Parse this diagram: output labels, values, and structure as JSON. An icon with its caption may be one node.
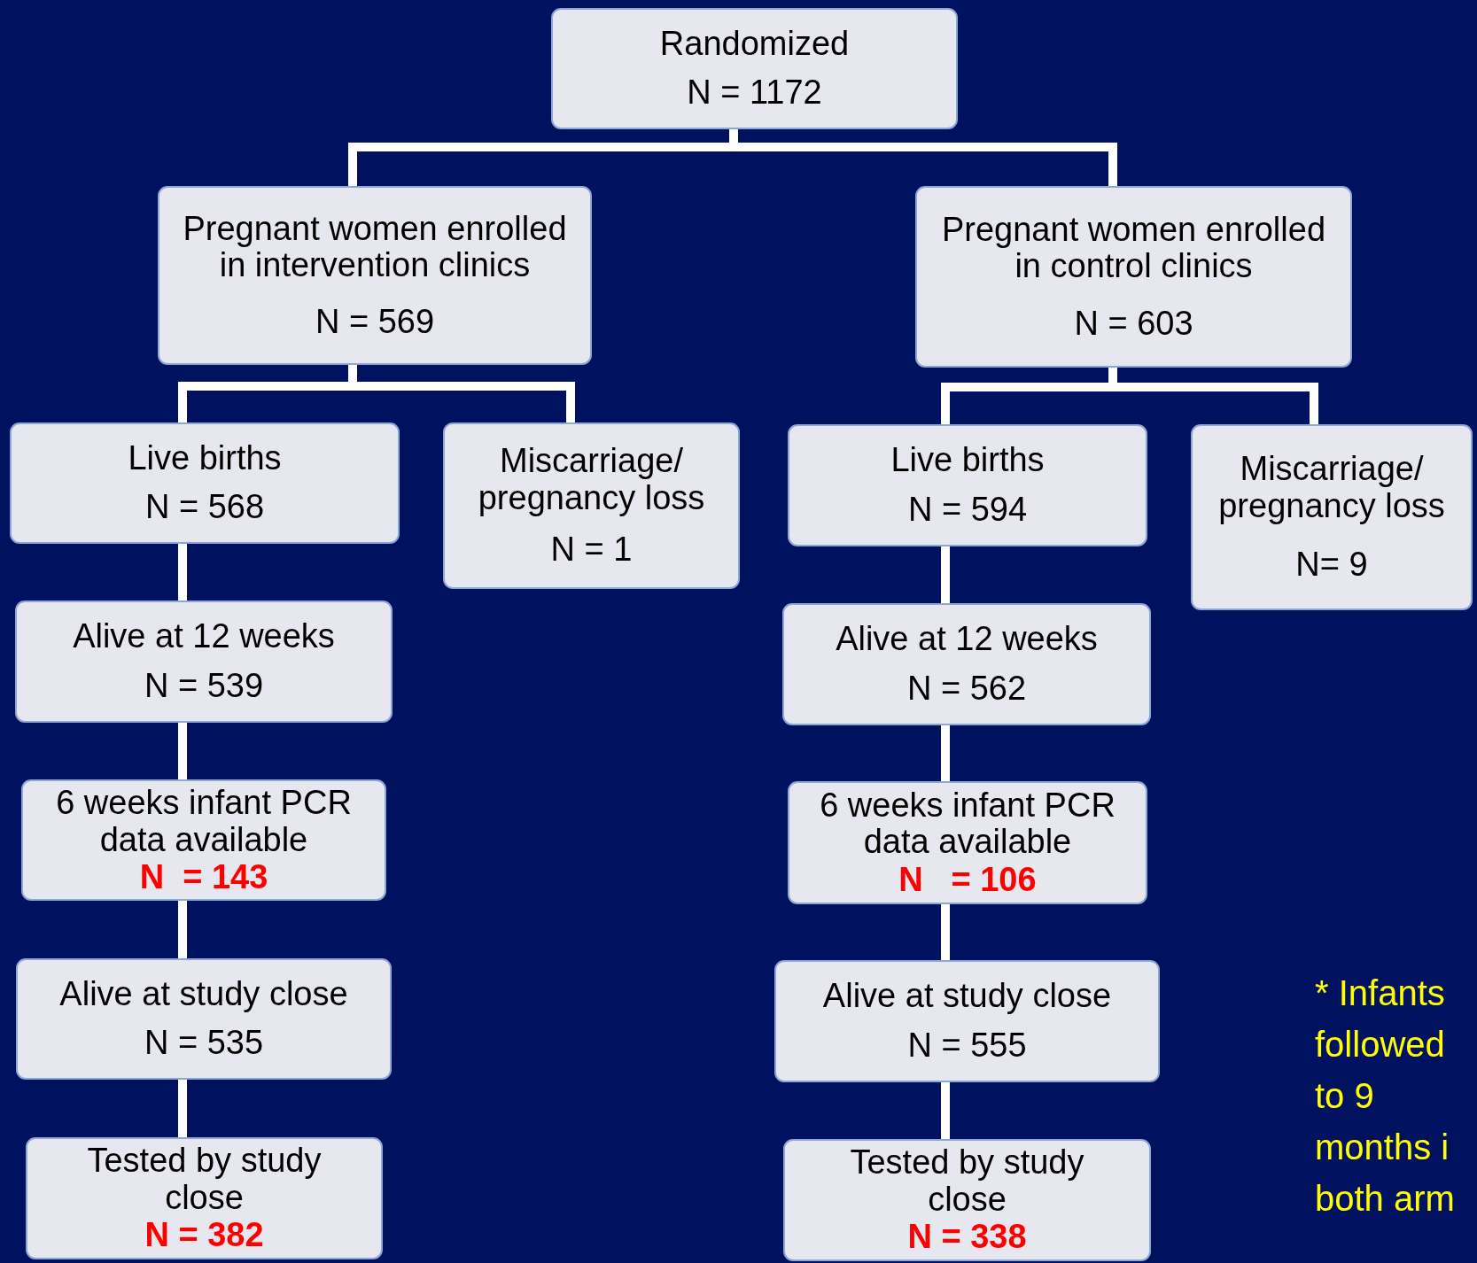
{
  "diagram": {
    "nodes": [
      {
        "text": [
          "Randomized",
          "N = 1172"
        ]
      },
      {
        "text": [
          "Pregnant women enrolled in intervention clinics",
          "N = 569"
        ]
      },
      {
        "text": [
          "Pregnant women enrolled in control clinics",
          "N = 603"
        ]
      },
      {
        "text": [
          "Live births",
          "N = 568"
        ]
      },
      {
        "text": [
          "Miscarriage/ pregnancy loss",
          "N = 1"
        ]
      },
      {
        "text": [
          "Live births",
          "N = 594"
        ]
      },
      {
        "text": [
          "Miscarriage/ pregnancy loss",
          "N= 9"
        ]
      },
      {
        "text": [
          "Alive at 12 weeks",
          "N = 539"
        ]
      },
      {
        "text": [
          "Alive at 12 weeks",
          "N = 562"
        ]
      },
      {
        "text": [
          "6 weeks infant PCR data available",
          "**N  = 143**"
        ]
      },
      {
        "text": [
          "6 weeks infant PCR data available",
          "**N   = 106**"
        ]
      },
      {
        "text": [
          "Alive at study close",
          "N = 535"
        ]
      },
      {
        "text": [
          "Alive at study close",
          "N = 555"
        ]
      },
      {
        "text": [
          "Tested by study close",
          "**N = 382**"
        ]
      },
      {
        "text": [
          "Tested by study close",
          "**N = 338**"
        ]
      }
    ],
    "edges": [
      {
        "from": 0,
        "to": 1,
        "arrow": "none"
      },
      {
        "from": 0,
        "to": 2,
        "arrow": "none"
      },
      {
        "from": 1,
        "to": 3,
        "arrow": "none"
      },
      {
        "from": 1,
        "to": 4,
        "arrow": "none"
      },
      {
        "from": 2,
        "to": 5,
        "arrow": "none"
      },
      {
        "from": 2,
        "to": 6,
        "arrow": "none"
      },
      {
        "from": 3,
        "to": 7,
        "arrow": "none"
      },
      {
        "from": 7,
        "to": 9,
        "arrow": "none"
      },
      {
        "from": 9,
        "to": 11,
        "arrow": "none"
      },
      {
        "from": 11,
        "to": 13,
        "arrow": "none"
      },
      {
        "from": 5,
        "to": 8,
        "arrow": "none"
      },
      {
        "from": 8,
        "to": 10,
        "arrow": "none"
      },
      {
        "from": 10,
        "to": 12,
        "arrow": "none"
      },
      {
        "from": 12,
        "to": 14,
        "arrow": "none"
      }
    ],
    "labels": [
      "* Infants followed to 9 months i both arm"
    ]
  }
}
